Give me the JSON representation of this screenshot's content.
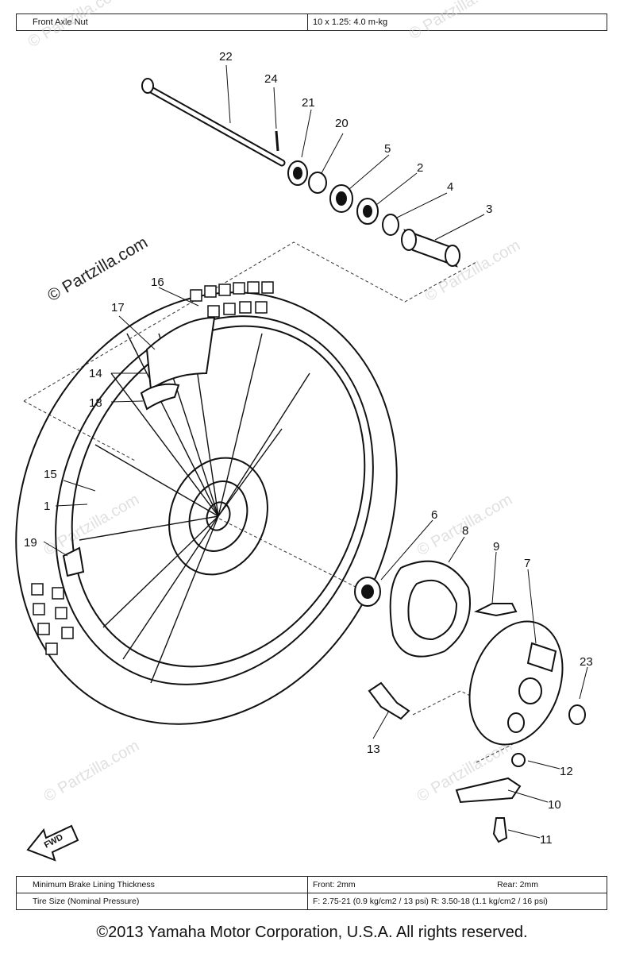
{
  "top_table": {
    "label": "Front Axle Nut",
    "value": "10 x 1.25: 4.0 m-kg"
  },
  "bottom_table": {
    "rows": [
      {
        "label": "Minimum Brake Lining Thickness",
        "value_a": "Front: 2mm",
        "value_b": "Rear: 2mm"
      },
      {
        "label": "Tire Size (Nominal Pressure)",
        "value_a": "F: 2.75-21 (0.9 kg/cm2 / 13 psi)",
        "value_b": "R: 3.50-18 (1.1 kg/cm2 / 16 psi)"
      }
    ]
  },
  "watermark": "© Partzilla.com",
  "fwd_label": "FWD",
  "part_numbers": [
    "1",
    "2",
    "3",
    "4",
    "5",
    "6",
    "7",
    "8",
    "9",
    "10",
    "11",
    "12",
    "13",
    "14",
    "15",
    "16",
    "17",
    "18",
    "19",
    "20",
    "21",
    "22",
    "23",
    "24"
  ],
  "copyright": "©2013 Yamaha Motor Corporation, U.S.A. All rights reserved."
}
